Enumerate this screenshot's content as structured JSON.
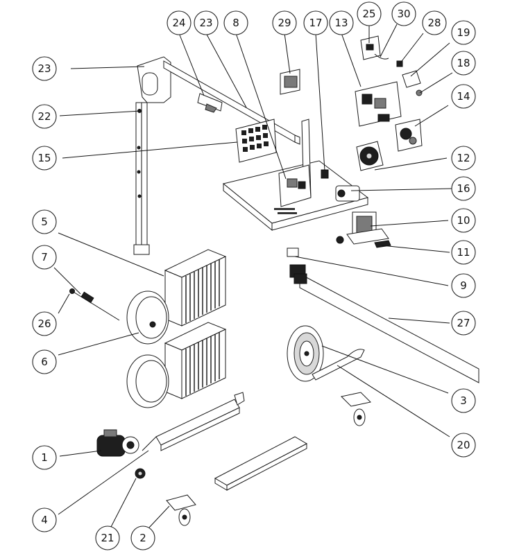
{
  "callouts": [
    {
      "id": "c24",
      "label": "24"
    },
    {
      "id": "c23a",
      "label": "23"
    },
    {
      "id": "c8",
      "label": "8"
    },
    {
      "id": "c29",
      "label": "29"
    },
    {
      "id": "c17",
      "label": "17"
    },
    {
      "id": "c13",
      "label": "13"
    },
    {
      "id": "c25",
      "label": "25"
    },
    {
      "id": "c30",
      "label": "30"
    },
    {
      "id": "c28",
      "label": "28"
    },
    {
      "id": "c19",
      "label": "19"
    },
    {
      "id": "c18",
      "label": "18"
    },
    {
      "id": "c14",
      "label": "14"
    },
    {
      "id": "c23b",
      "label": "23"
    },
    {
      "id": "c22",
      "label": "22"
    },
    {
      "id": "c15",
      "label": "15"
    },
    {
      "id": "c12",
      "label": "12"
    },
    {
      "id": "c16",
      "label": "16"
    },
    {
      "id": "c5",
      "label": "5"
    },
    {
      "id": "c10",
      "label": "10"
    },
    {
      "id": "c11",
      "label": "11"
    },
    {
      "id": "c7",
      "label": "7"
    },
    {
      "id": "c9",
      "label": "9"
    },
    {
      "id": "c26",
      "label": "26"
    },
    {
      "id": "c27",
      "label": "27"
    },
    {
      "id": "c6",
      "label": "6"
    },
    {
      "id": "c3",
      "label": "3"
    },
    {
      "id": "c20",
      "label": "20"
    },
    {
      "id": "c1",
      "label": "1"
    },
    {
      "id": "c4",
      "label": "4"
    },
    {
      "id": "c21",
      "label": "21"
    },
    {
      "id": "c2",
      "label": "2"
    }
  ]
}
